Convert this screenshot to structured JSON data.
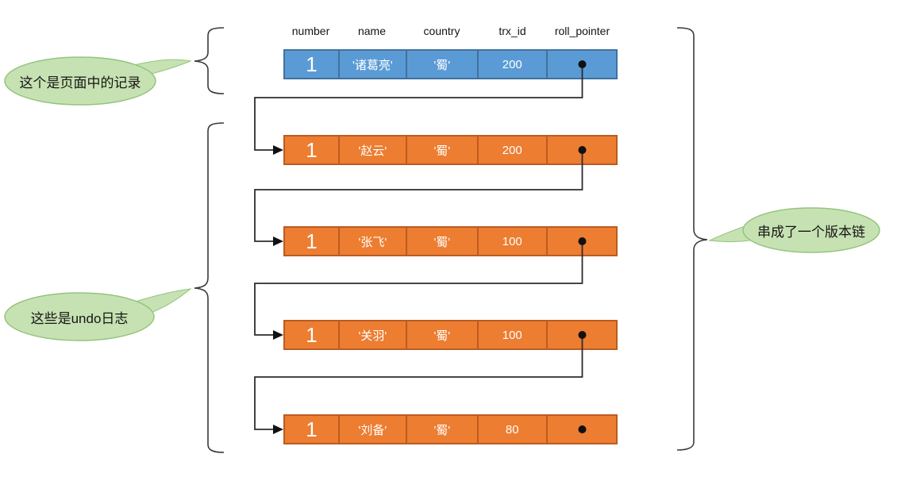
{
  "diagram": {
    "headers": [
      "number",
      "name",
      "country",
      "trx_id",
      "roll_pointer"
    ],
    "page_record": {
      "number": "1",
      "name": "'诸葛亮'",
      "country": "'蜀'",
      "trx_id": "200"
    },
    "undo_logs": [
      {
        "number": "1",
        "name": "'赵云'",
        "country": "'蜀'",
        "trx_id": "200"
      },
      {
        "number": "1",
        "name": "'张飞'",
        "country": "'蜀'",
        "trx_id": "100"
      },
      {
        "number": "1",
        "name": "'关羽'",
        "country": "'蜀'",
        "trx_id": "100"
      },
      {
        "number": "1",
        "name": "'刘备'",
        "country": "'蜀'",
        "trx_id": "80"
      }
    ],
    "callouts": {
      "page_record": "这个是页面中的记录",
      "undo_logs": "这些是undo日志",
      "version_chain": "串成了一个版本链"
    },
    "colors": {
      "record_fill": "#5B9BD5",
      "record_border": "#41719C",
      "undo_fill": "#ED7D31",
      "undo_border": "#BC5B21",
      "callout_fill": "#C7E2B2",
      "callout_border": "#94C47D",
      "connector": "#2D2D2D"
    }
  }
}
